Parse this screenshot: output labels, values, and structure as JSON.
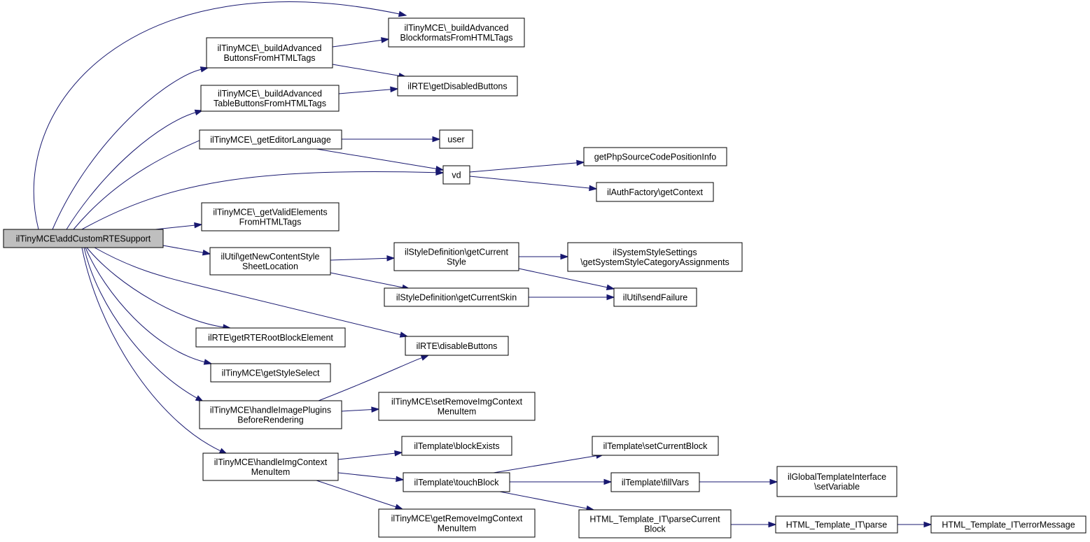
{
  "diagram": {
    "type": "call-graph",
    "edge_color": "#191970",
    "root_fill": "#bfbfbf",
    "nodes": [
      {
        "id": "root",
        "lines": [
          "ilTinyMCE\\addCustomRTESupport"
        ],
        "root": true
      },
      {
        "id": "bab",
        "lines": [
          "ilTinyMCE\\_buildAdvanced",
          "ButtonsFromHTMLTags"
        ]
      },
      {
        "id": "babf",
        "lines": [
          "ilTinyMCE\\_buildAdvanced",
          "BlockformatsFromHTMLTags"
        ]
      },
      {
        "id": "gdb",
        "lines": [
          "ilRTE\\getDisabledButtons"
        ]
      },
      {
        "id": "batb",
        "lines": [
          "ilTinyMCE\\_buildAdvanced",
          "TableButtonsFromHTMLTags"
        ]
      },
      {
        "id": "gel",
        "lines": [
          "ilTinyMCE\\_getEditorLanguage"
        ]
      },
      {
        "id": "user",
        "lines": [
          "user"
        ]
      },
      {
        "id": "vd",
        "lines": [
          "vd"
        ]
      },
      {
        "id": "gpscpi",
        "lines": [
          "getPhpSourceCodePositionInfo"
        ]
      },
      {
        "id": "afgc",
        "lines": [
          "ilAuthFactory\\getContext"
        ]
      },
      {
        "id": "gve",
        "lines": [
          "ilTinyMCE\\_getValidElements",
          "FromHTMLTags"
        ]
      },
      {
        "id": "gncss",
        "lines": [
          "ilUtil\\getNewContentStyle",
          "SheetLocation"
        ]
      },
      {
        "id": "sdgcs",
        "lines": [
          "ilStyleDefinition\\getCurrent",
          "Style"
        ]
      },
      {
        "id": "sss",
        "lines": [
          "ilSystemStyleSettings",
          "\\getSystemStyleCategoryAssignments"
        ]
      },
      {
        "id": "sdgck",
        "lines": [
          "ilStyleDefinition\\getCurrentSkin"
        ]
      },
      {
        "id": "usf",
        "lines": [
          "ilUtil\\sendFailure"
        ]
      },
      {
        "id": "grrbe",
        "lines": [
          "ilRTE\\getRTERootBlockElement"
        ]
      },
      {
        "id": "rdb",
        "lines": [
          "ilRTE\\disableButtons"
        ]
      },
      {
        "id": "gss",
        "lines": [
          "ilTinyMCE\\getStyleSelect"
        ]
      },
      {
        "id": "hipbr",
        "lines": [
          "ilTinyMCE\\handleImagePlugins",
          "BeforeRendering"
        ]
      },
      {
        "id": "srim",
        "lines": [
          "ilTinyMCE\\setRemoveImgContext",
          "MenuItem"
        ]
      },
      {
        "id": "hicm",
        "lines": [
          "ilTinyMCE\\handleImgContext",
          "MenuItem"
        ]
      },
      {
        "id": "tbe",
        "lines": [
          "ilTemplate\\blockExists"
        ]
      },
      {
        "id": "ttb",
        "lines": [
          "ilTemplate\\touchBlock"
        ]
      },
      {
        "id": "grim",
        "lines": [
          "ilTinyMCE\\getRemoveImgContext",
          "MenuItem"
        ]
      },
      {
        "id": "tscb",
        "lines": [
          "ilTemplate\\setCurrentBlock"
        ]
      },
      {
        "id": "tfv",
        "lines": [
          "ilTemplate\\fillVars"
        ]
      },
      {
        "id": "gtisv",
        "lines": [
          "ilGlobalTemplateInterface",
          "\\setVariable"
        ]
      },
      {
        "id": "htpcb",
        "lines": [
          "HTML_Template_IT\\parseCurrent",
          "Block"
        ]
      },
      {
        "id": "htp",
        "lines": [
          "HTML_Template_IT\\parse"
        ]
      },
      {
        "id": "htem",
        "lines": [
          "HTML_Template_IT\\errorMessage"
        ]
      }
    ],
    "edges": [
      [
        "root",
        "babf"
      ],
      [
        "root",
        "bab"
      ],
      [
        "root",
        "batb"
      ],
      [
        "root",
        "gel"
      ],
      [
        "root",
        "vd"
      ],
      [
        "root",
        "gve"
      ],
      [
        "root",
        "gncss"
      ],
      [
        "root",
        "rdb"
      ],
      [
        "root",
        "grrbe"
      ],
      [
        "root",
        "gss"
      ],
      [
        "root",
        "hipbr"
      ],
      [
        "root",
        "hicm"
      ],
      [
        "bab",
        "babf"
      ],
      [
        "bab",
        "gdb"
      ],
      [
        "batb",
        "gdb"
      ],
      [
        "gel",
        "user"
      ],
      [
        "gel",
        "vd"
      ],
      [
        "vd",
        "gpscpi"
      ],
      [
        "vd",
        "afgc"
      ],
      [
        "gncss",
        "sdgcs"
      ],
      [
        "gncss",
        "sdgck"
      ],
      [
        "sdgcs",
        "sss"
      ],
      [
        "sdgcs",
        "usf"
      ],
      [
        "sdgck",
        "usf"
      ],
      [
        "hipbr",
        "rdb"
      ],
      [
        "hipbr",
        "srim"
      ],
      [
        "hicm",
        "tbe"
      ],
      [
        "hicm",
        "ttb"
      ],
      [
        "hicm",
        "grim"
      ],
      [
        "ttb",
        "tscb"
      ],
      [
        "ttb",
        "tfv"
      ],
      [
        "ttb",
        "htpcb"
      ],
      [
        "tfv",
        "gtisv"
      ],
      [
        "htpcb",
        "htp"
      ],
      [
        "htp",
        "htem"
      ]
    ]
  }
}
